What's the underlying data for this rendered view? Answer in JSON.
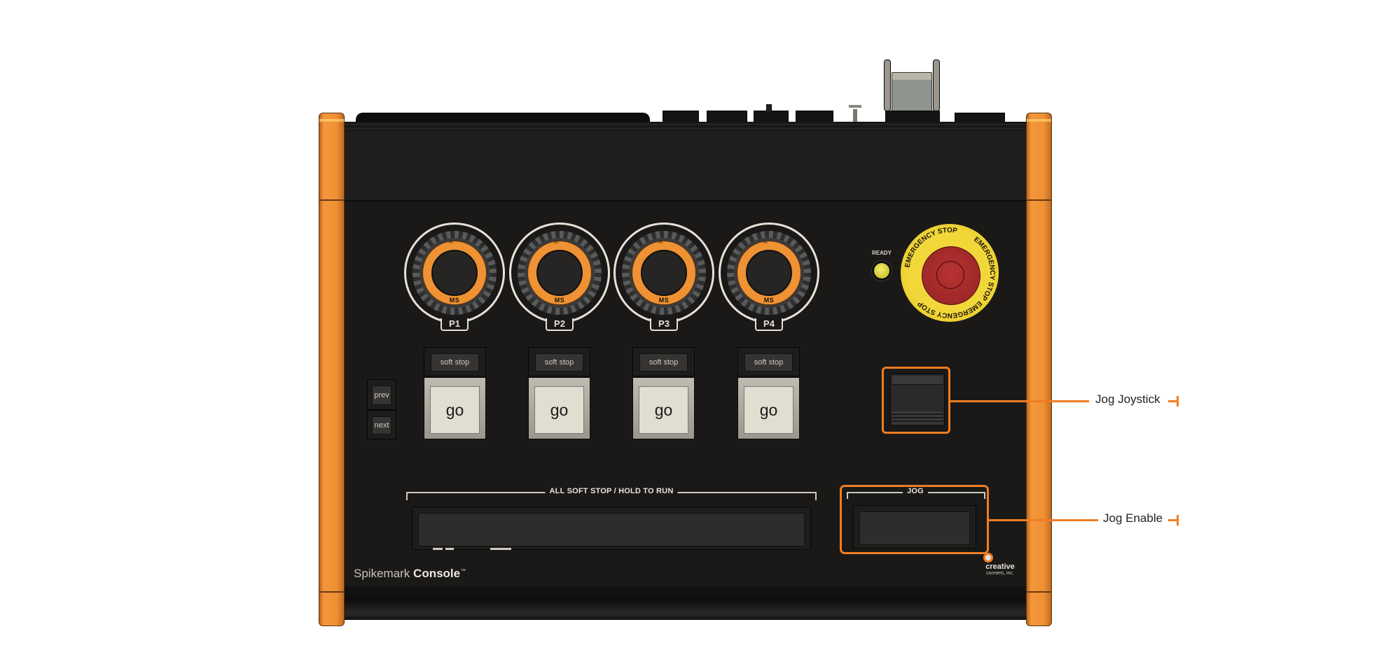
{
  "device": {
    "brand_light": "Spikemark",
    "brand_bold": "Console",
    "trademark": "™",
    "maker_line1": "creative",
    "maker_line2": "conners, inc.",
    "accent_color": "#f07d22",
    "rail_color": "#f09035",
    "body_color": "#1a1918"
  },
  "knobs": [
    {
      "label": "P1",
      "mode": "MS",
      "indicator": "^"
    },
    {
      "label": "P2",
      "mode": "MS",
      "indicator": "^"
    },
    {
      "label": "P3",
      "mode": "MS",
      "indicator": "^"
    },
    {
      "label": "P4",
      "mode": "MS",
      "indicator": "^"
    }
  ],
  "cue_buttons": [
    {
      "soft_stop": "soft stop",
      "go": "go"
    },
    {
      "soft_stop": "soft stop",
      "go": "go"
    },
    {
      "soft_stop": "soft stop",
      "go": "go"
    },
    {
      "soft_stop": "soft stop",
      "go": "go"
    }
  ],
  "nav_buttons": {
    "prev": "prev",
    "next": "next"
  },
  "status": {
    "ready_label": "READY",
    "ready_led_color": "#e8df4a"
  },
  "emergency_stop": {
    "ring_text": "EMERGENCY STOP",
    "ring_color": "#f2d73a",
    "button_color": "#a52a2a"
  },
  "hold_to_run": {
    "label": "ALL SOFT STOP / HOLD TO RUN"
  },
  "jog": {
    "label": "JOG"
  },
  "callouts": [
    {
      "id": "jog-joystick",
      "text": "Jog Joystick"
    },
    {
      "id": "jog-enable",
      "text": "Jog Enable"
    }
  ]
}
